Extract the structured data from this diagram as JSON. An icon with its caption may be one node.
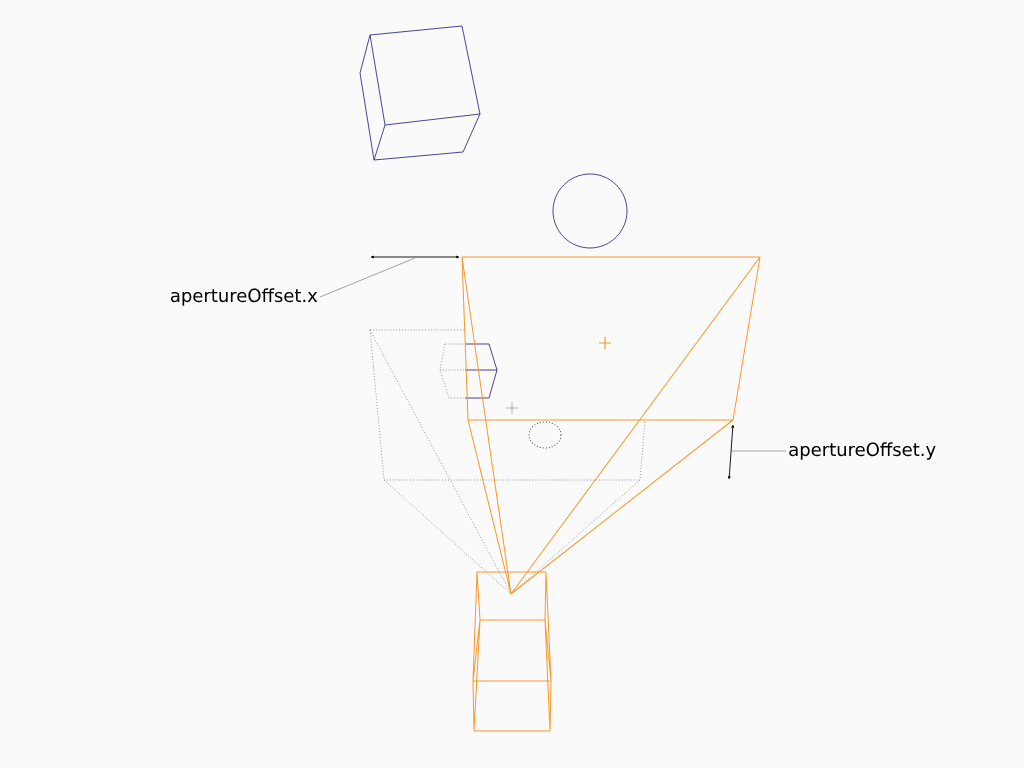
{
  "diagram": {
    "nodes": [
      {
        "text": [
          "apertureOffset.x"
        ]
      },
      {
        "text": [
          "apertureOffset.y"
        ]
      }
    ],
    "edges": [
      {
        "from": 0,
        "to": null,
        "arrow": "none"
      },
      {
        "from": 1,
        "to": null,
        "arrow": "none"
      }
    ]
  }
}
